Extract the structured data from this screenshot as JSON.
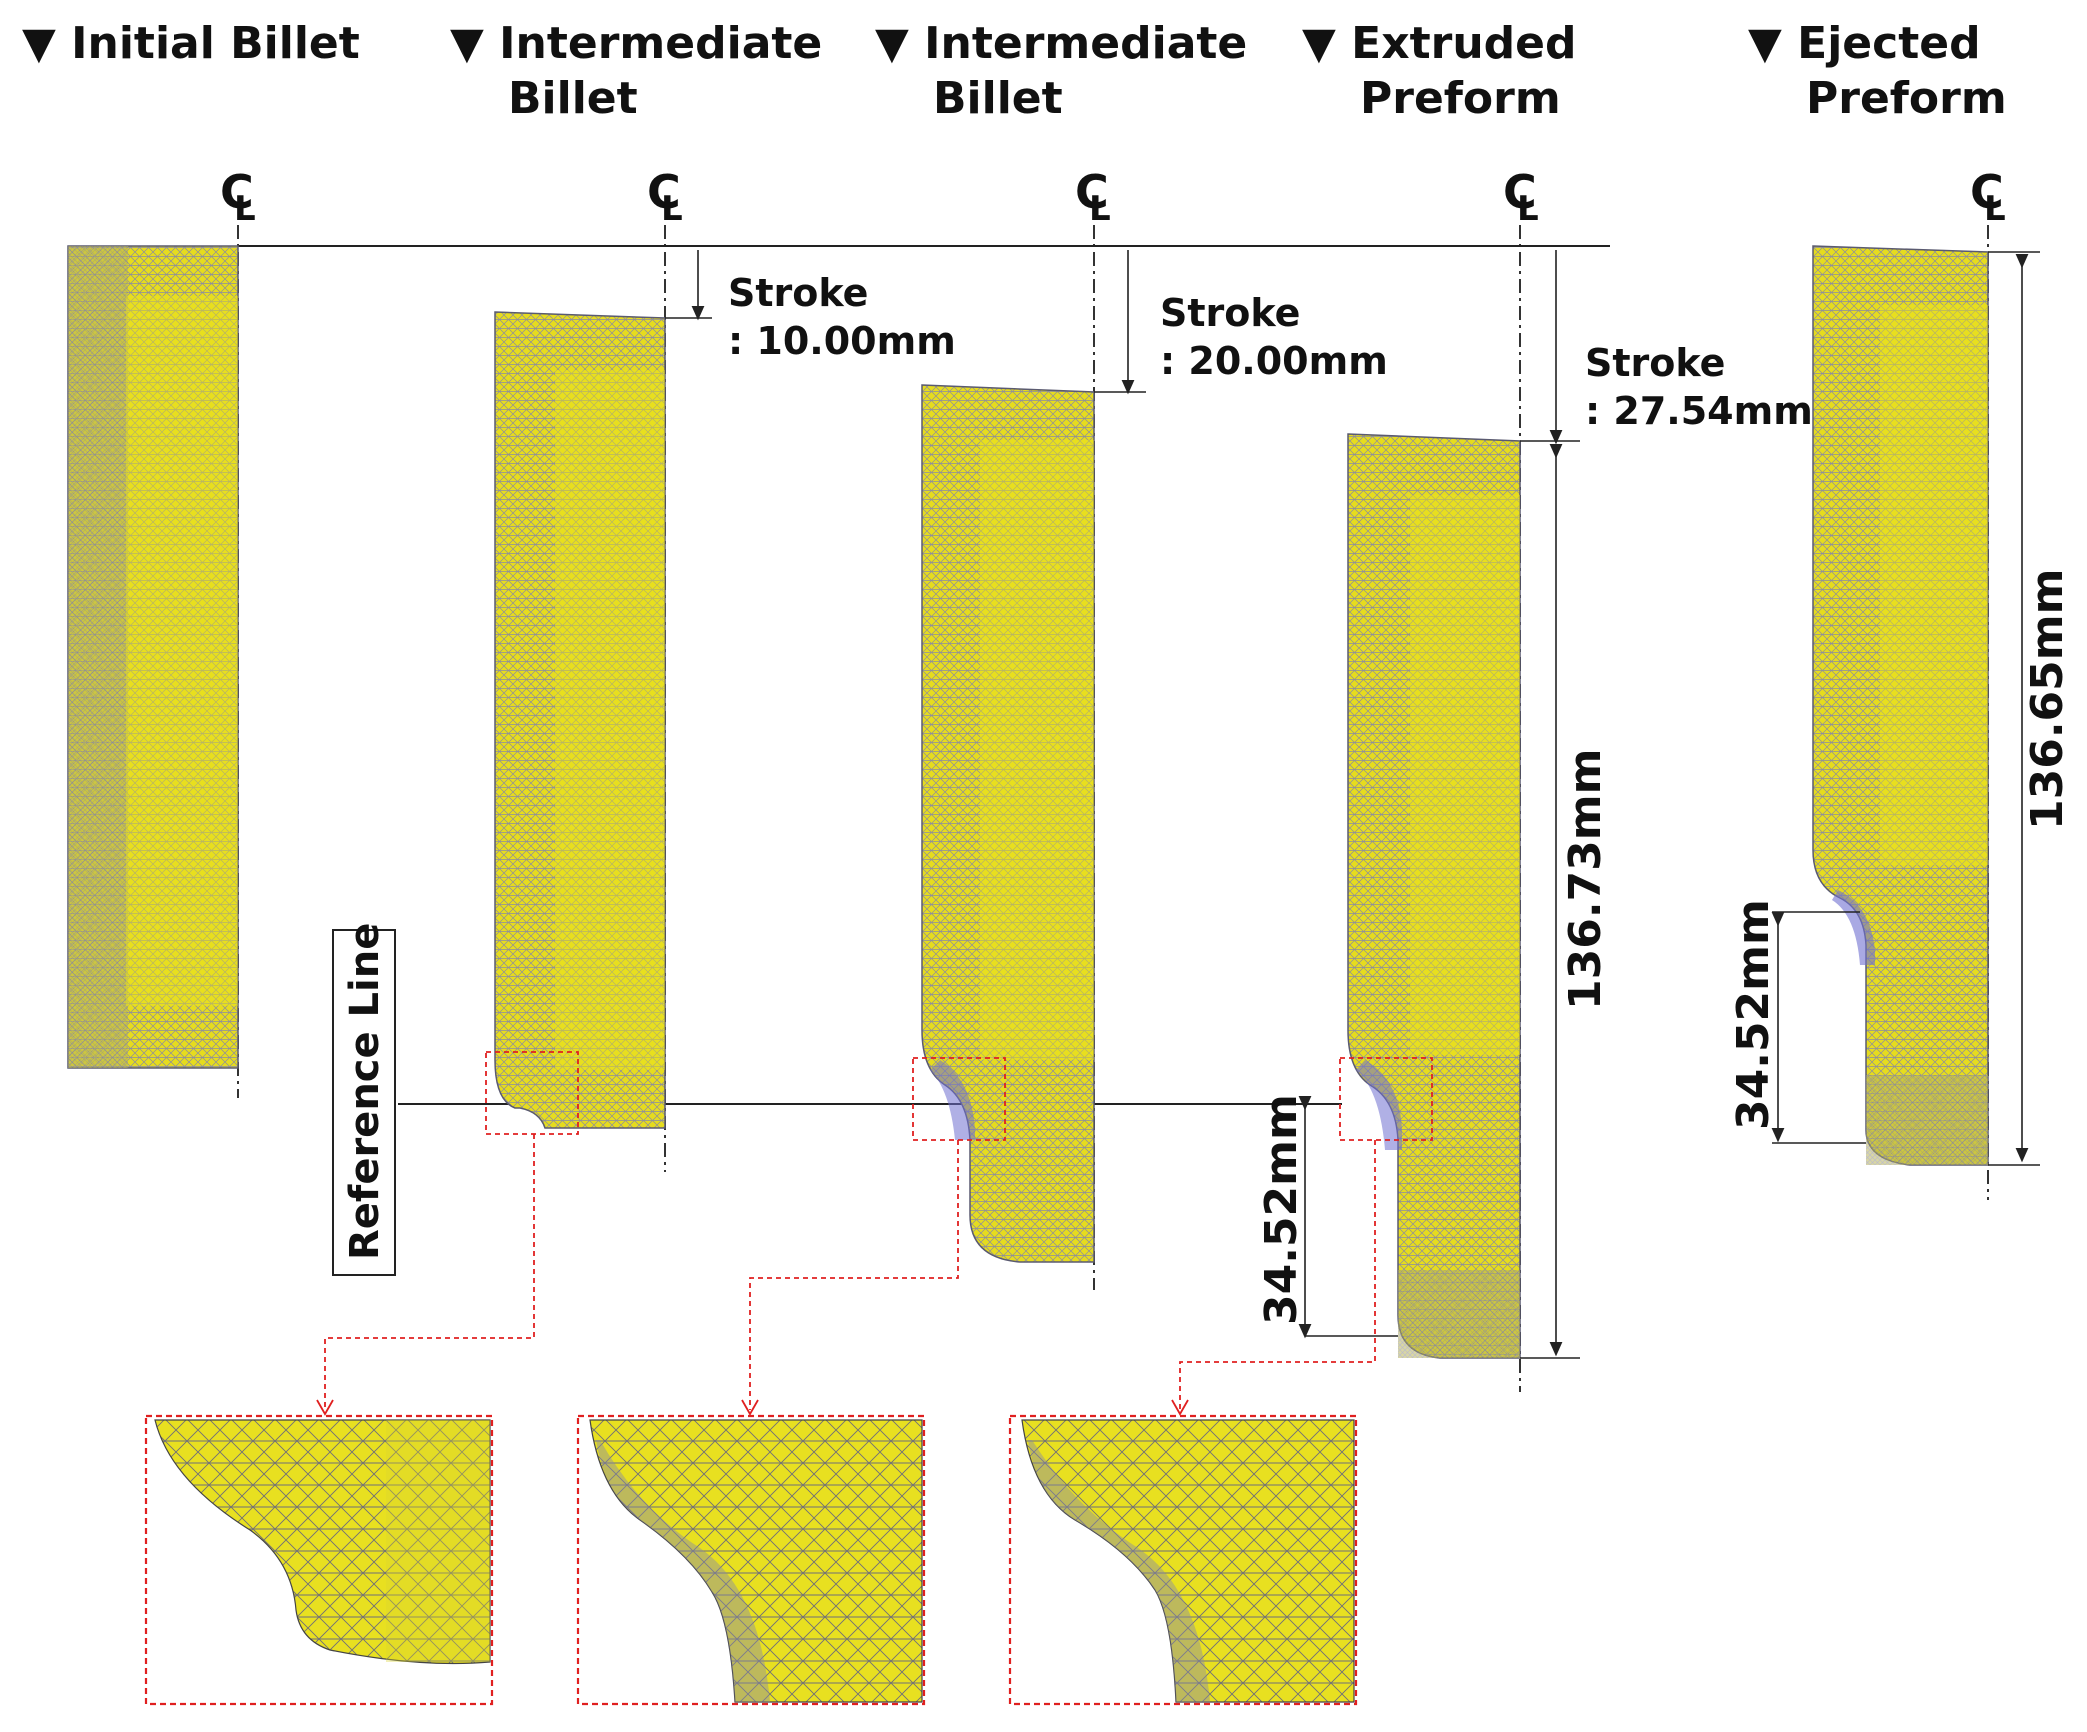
{
  "colors": {
    "mesh_fill": "#e6dc1e",
    "mesh_dark": "#8a8aa6",
    "mesh_blue": "#6f6fd0",
    "callout_red": "#e02020",
    "line": "#222222"
  },
  "stages": [
    {
      "title_line1": "▼ Initial Billet",
      "title_line2": ""
    },
    {
      "title_line1": "▼ Intermediate",
      "title_line2": "Billet"
    },
    {
      "title_line1": "▼ Intermediate",
      "title_line2": "Billet"
    },
    {
      "title_line1": "▼ Extruded",
      "title_line2": "Preform"
    },
    {
      "title_line1": "▼ Ejected",
      "title_line2": "Preform"
    }
  ],
  "centerline_symbol": {
    "c": "C",
    "l": "L"
  },
  "strokes": [
    {
      "label": "Stroke",
      "value": ": 10.00mm"
    },
    {
      "label": "Stroke",
      "value": ": 20.00mm"
    },
    {
      "label": "Stroke",
      "value": ": 27.54mm"
    }
  ],
  "reference_line_label": "Reference Line",
  "dimensions": {
    "extruded_total": "136.73mm",
    "extruded_neck": "34.52mm",
    "ejected_total": "136.65mm",
    "ejected_neck": "34.52mm"
  }
}
